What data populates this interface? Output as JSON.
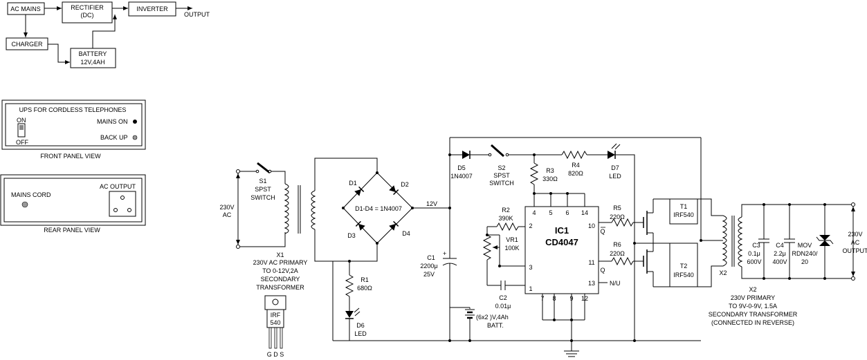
{
  "block": {
    "ac_mains": "AC MAINS",
    "rectifier_1": "RECTIFIER",
    "rectifier_2": "(DC)",
    "inverter": "INVERTER",
    "output": "OUTPUT",
    "charger": "CHARGER",
    "battery_1": "BATTERY",
    "battery_2": "12V,4AH"
  },
  "front_panel": {
    "title": "UPS FOR CORDLESS TELEPHONES",
    "on": "ON",
    "off": "OFF",
    "mains_on": "MAINS ON",
    "back_up": "BACK UP",
    "caption": "FRONT PANEL VIEW"
  },
  "rear_panel": {
    "mains_cord": "MAINS CORD",
    "ac_output": "AC OUTPUT",
    "caption": "REAR PANEL VIEW"
  },
  "irf": {
    "name_1": "IRF",
    "name_2": "540",
    "pins": "G D S"
  },
  "schematic": {
    "s1": {
      "ref": "S1",
      "type_1": "SPST",
      "type_2": "SWITCH"
    },
    "ac_in_1": "230V",
    "ac_in_2": "AC",
    "x1": {
      "ref": "X1",
      "l1": "230V AC PRIMARY",
      "l2": "TO 0-12V,2A",
      "l3": "SECONDARY",
      "l4": "TRANSFORMER"
    },
    "d1": "D1",
    "d2": "D2",
    "d3": "D3",
    "d4": "D4",
    "bridge": "D1-D4 = 1N4007",
    "v12": "12V",
    "r1": {
      "ref": "R1",
      "val": "680Ω"
    },
    "d6": {
      "ref": "D6",
      "type": "LED"
    },
    "c1": {
      "ref": "C1",
      "val_1": "2200μ",
      "val_2": "25V",
      "plus": "+"
    },
    "d5": {
      "ref": "D5",
      "type": "1N4007"
    },
    "s2": {
      "ref": "S2",
      "type_1": "SPST",
      "type_2": "SWITCH"
    },
    "r3": {
      "ref": "R3",
      "val": "330Ω"
    },
    "r4": {
      "ref": "R4",
      "val": "820Ω"
    },
    "d7": {
      "ref": "D7",
      "type": "LED"
    },
    "batt": {
      "val": "(6x2 )V,4Ah",
      "label": "BATT."
    },
    "r2": {
      "ref": "R2",
      "val": "390K"
    },
    "vr1": {
      "ref": "VR1",
      "val": "100K"
    },
    "c2": {
      "ref": "C2",
      "val": "0.01μ"
    },
    "ic1": {
      "ref": "IC1",
      "type": "CD4047"
    },
    "pins": {
      "p4": "4",
      "p5": "5",
      "p6": "6",
      "p14": "14",
      "p2": "2",
      "p3": "3",
      "p1": "1",
      "p10": "10",
      "p11": "11",
      "p13": "13",
      "p7": "7",
      "p8": "8",
      "p9": "9",
      "p12": "12"
    },
    "nu": "N/U",
    "r5": {
      "ref": "R5",
      "val": "220Ω"
    },
    "r6": {
      "ref": "R6",
      "val": "220Ω"
    },
    "q": "Q",
    "t1": {
      "ref": "T1",
      "type": "IRF540"
    },
    "t2": {
      "ref": "T2",
      "type": "IRF540"
    },
    "x2_tag": "X2",
    "x2": {
      "ref": "X2",
      "l1": "230V PRIMARY",
      "l2": "TO 9V-0-9V, 1.5A",
      "l3": "SECONDARY TRANSFORMER",
      "l4": "(CONNECTED IN REVERSE)"
    },
    "c3": {
      "ref": "C3",
      "val_1": "0.1μ",
      "val_2": "600V"
    },
    "c4": {
      "ref": "C4",
      "val_1": "2.2μ",
      "val_2": "400V"
    },
    "mov": {
      "ref": "MOV",
      "val_1": "RDN240/",
      "val_2": "20"
    },
    "out_1": "230V",
    "out_2": "AC",
    "out_3": "OUTPUT"
  }
}
